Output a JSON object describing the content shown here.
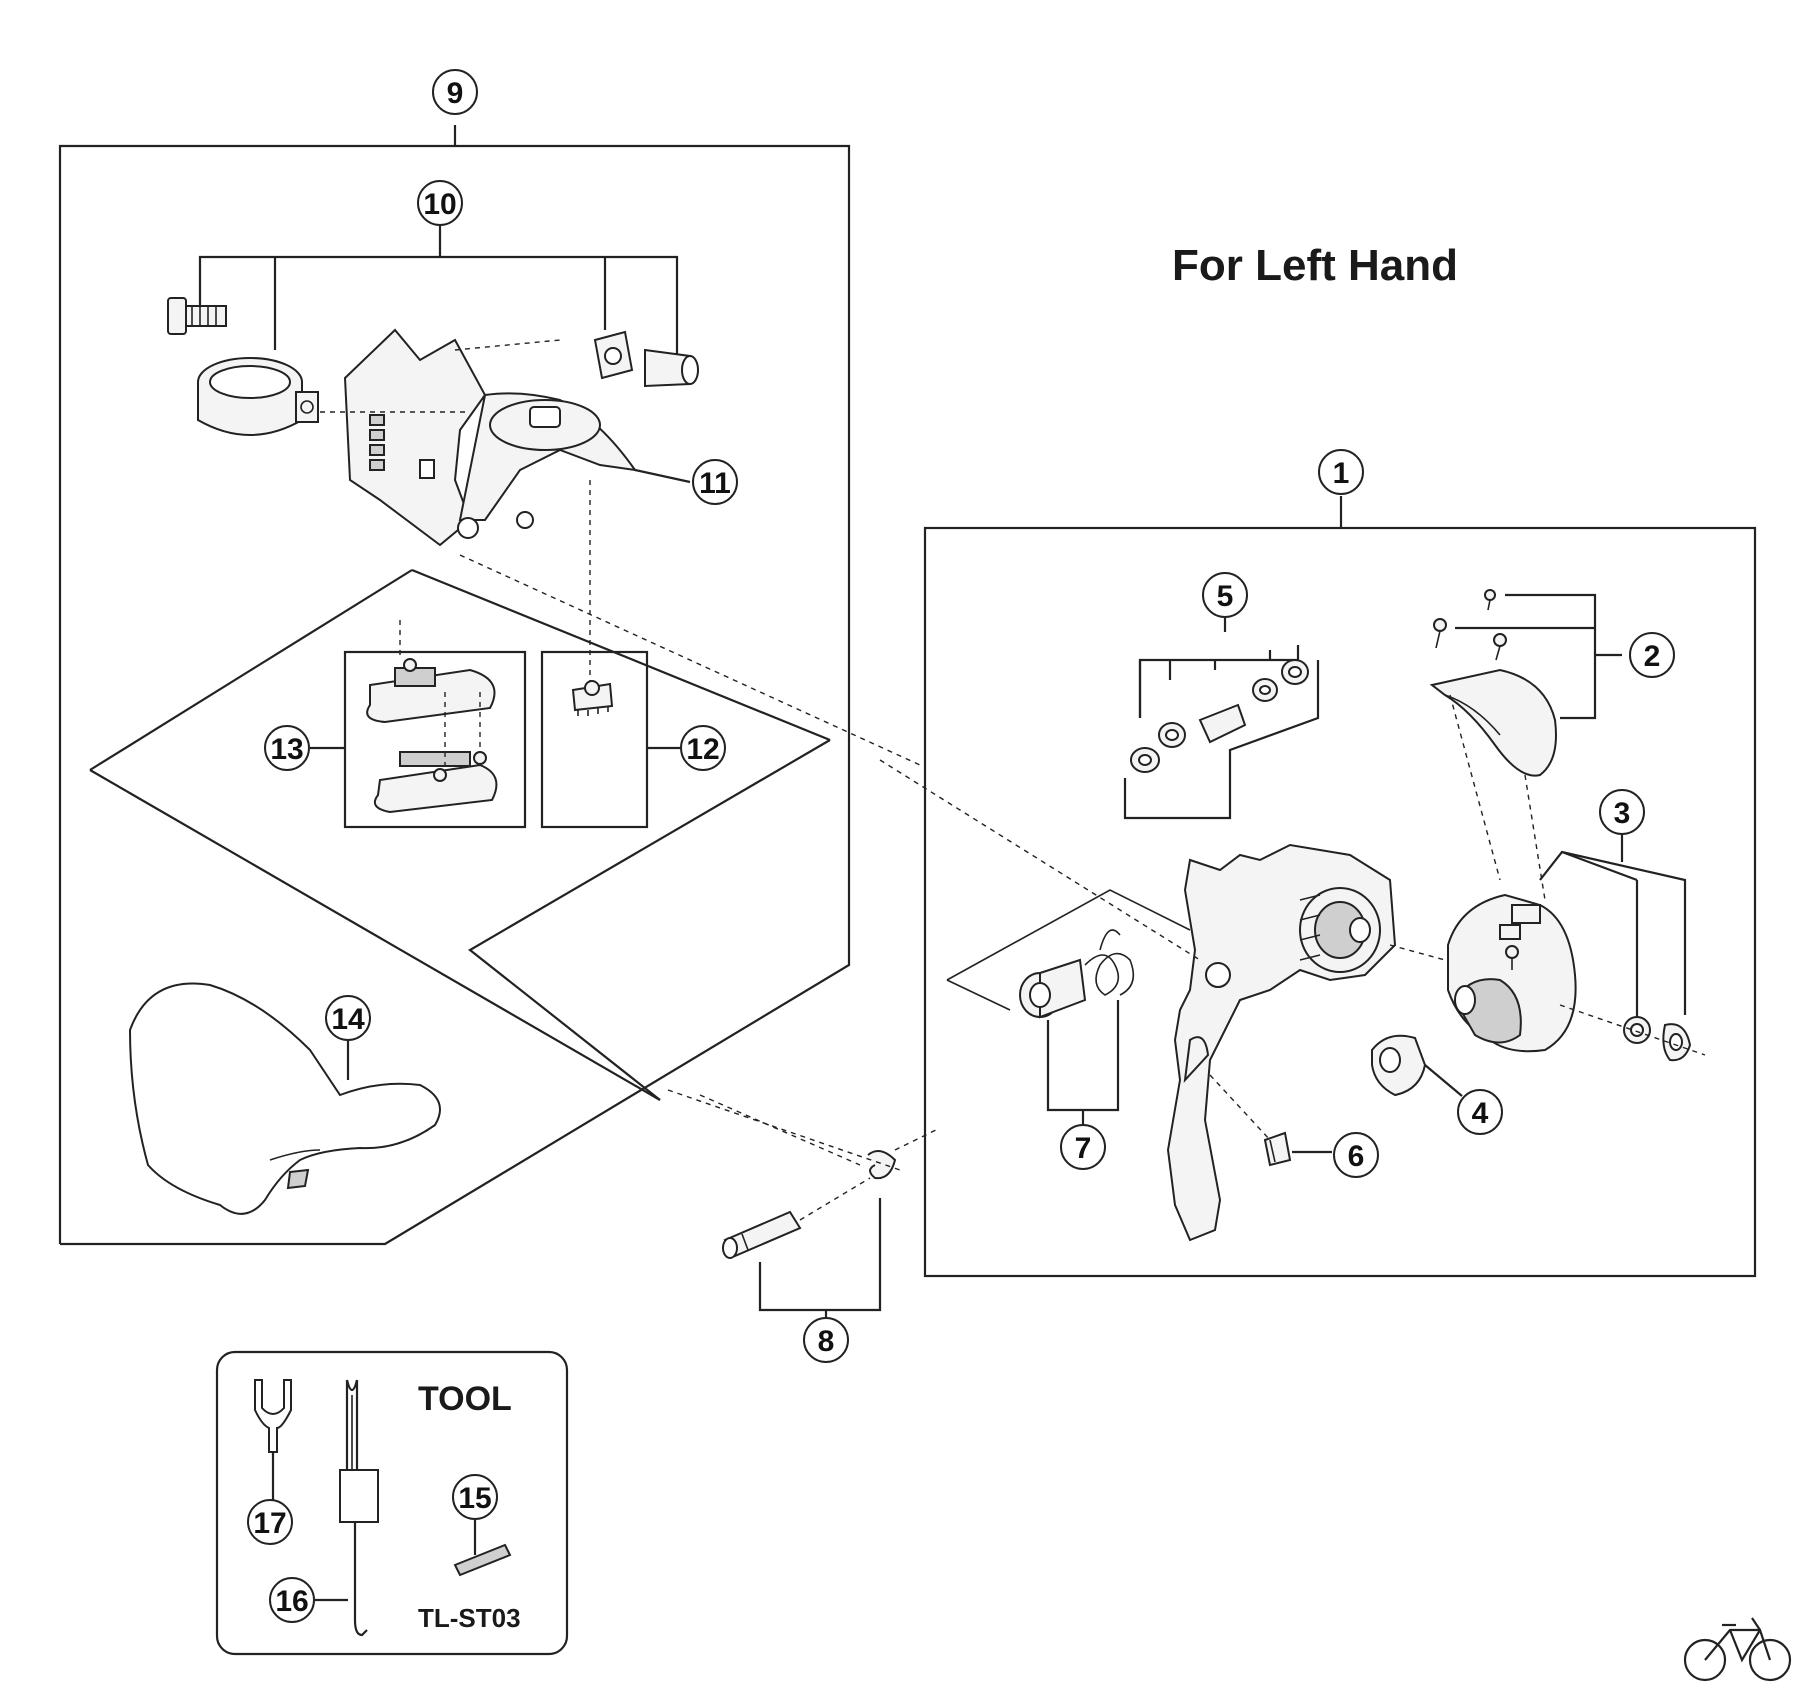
{
  "heading": "For Left Hand",
  "tool_box": {
    "label": "TOOL",
    "tool_code": "TL-ST03"
  },
  "callouts": [
    "1",
    "2",
    "3",
    "4",
    "5",
    "6",
    "7",
    "8",
    "9",
    "10",
    "11",
    "12",
    "13",
    "14",
    "15",
    "16",
    "17"
  ],
  "logo": {
    "icon": "bicycle-icon"
  }
}
